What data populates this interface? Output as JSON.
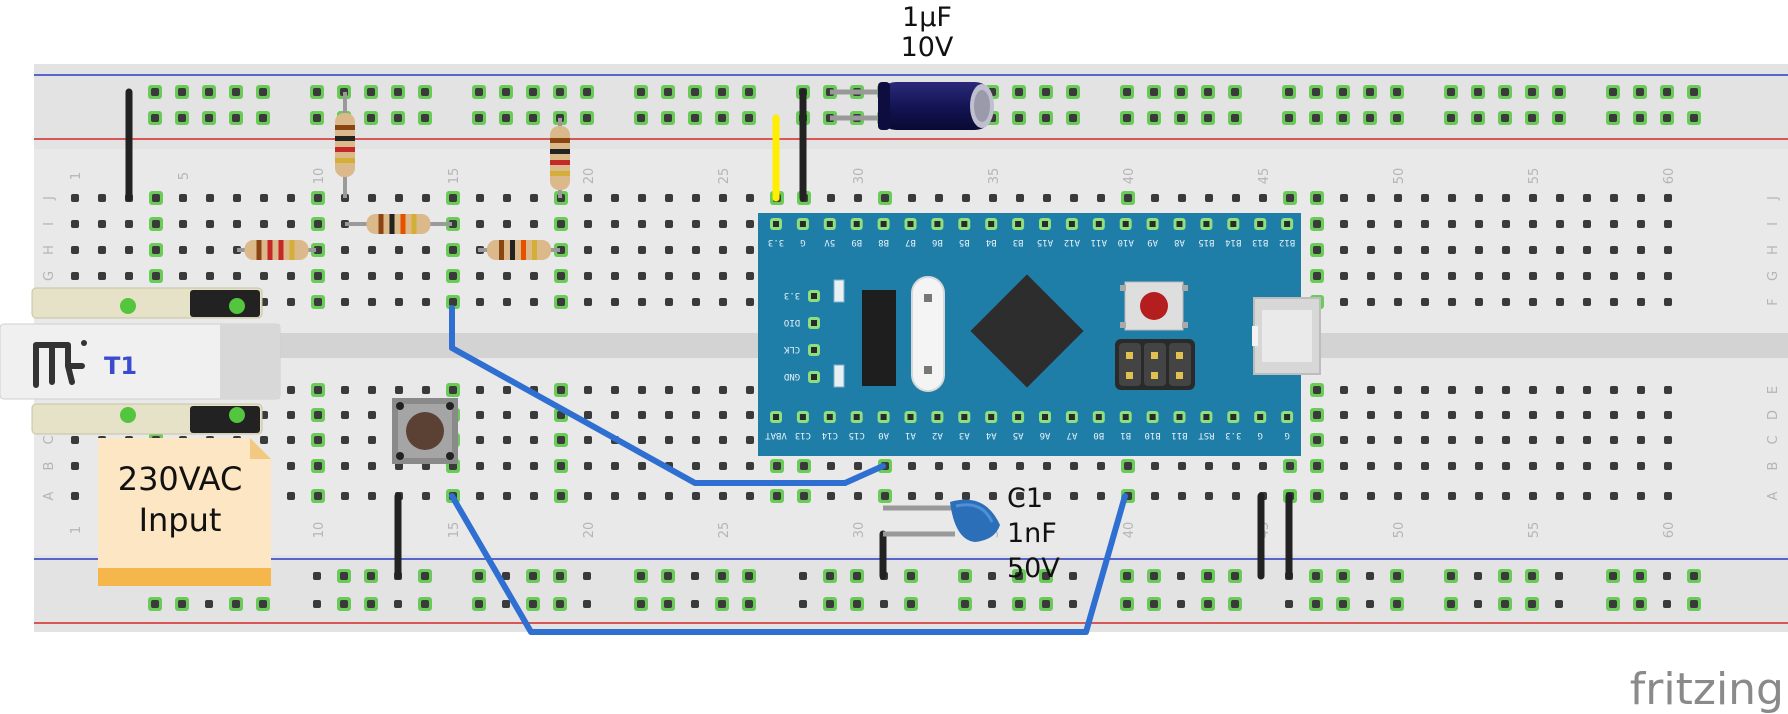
{
  "labels": {
    "electrolytic_value": "1µF",
    "electrolytic_voltage": "10V",
    "ceramic_ref": "C1",
    "ceramic_value": "1nF",
    "ceramic_voltage": "50V",
    "transformer_ref": "T1",
    "note_line1": "230VAC",
    "note_line2": "Input",
    "brand": "fritzing"
  },
  "breadboard": {
    "column_numbers": [
      "1",
      "5",
      "10",
      "15",
      "20",
      "25",
      "30",
      "35",
      "40",
      "45",
      "50",
      "55",
      "60"
    ],
    "row_letters_top": [
      "J",
      "I",
      "H",
      "G",
      "F"
    ],
    "row_letters_bottom": [
      "E",
      "D",
      "C",
      "B",
      "A"
    ]
  },
  "mcu_board": {
    "top_pins": [
      "3.3",
      "G",
      "5V",
      "B9",
      "B8",
      "B7",
      "B6",
      "B5",
      "B4",
      "B3",
      "A15",
      "A12",
      "A11",
      "A10",
      "A9",
      "A8",
      "B15",
      "B14",
      "B13",
      "B12"
    ],
    "bottom_pins": [
      "VBAT",
      "C13",
      "C14",
      "C15",
      "A0",
      "A1",
      "A2",
      "A3",
      "A4",
      "A5",
      "A6",
      "A7",
      "B0",
      "B1",
      "B10",
      "B11",
      "RST",
      "3.3",
      "G",
      "G"
    ],
    "debug_pins": [
      "3.3",
      "DIO",
      "CLK",
      "GND"
    ]
  },
  "colors": {
    "board_bg": "#e9e9e9",
    "rail_blue": "#2b3cc4",
    "rail_red": "#d62828",
    "hole_green": "#53c53f",
    "mcu_blue": "#1f7ea8",
    "wire_blue": "#2f6fd1",
    "wire_yellow": "#ffee00",
    "note_bg": "#fde6c4",
    "note_bar": "#f5b74c"
  }
}
